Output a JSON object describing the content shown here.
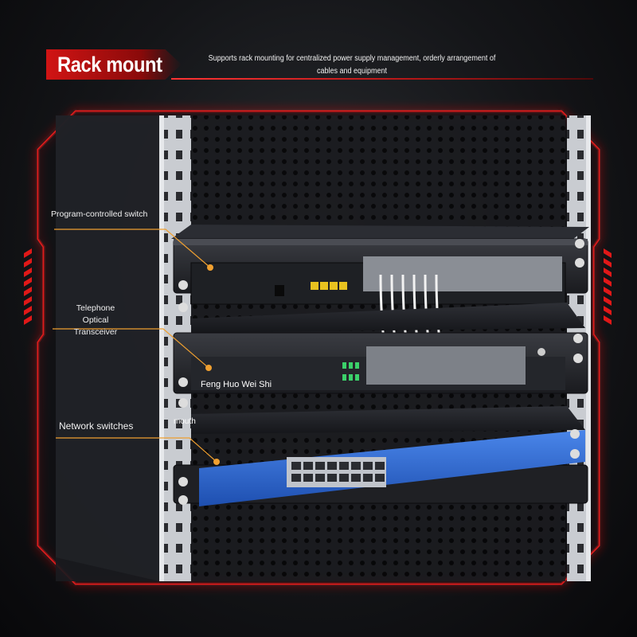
{
  "header": {
    "title": "Rack mount",
    "subtitle": "Supports rack mounting for centralized power supply management, orderly arrangement of cables and equipment"
  },
  "labels": {
    "program_switch": "Program-controlled switch",
    "optical_transceiver": "Telephone Optical Transceiver",
    "network_switches": "Network switches",
    "device_brand": "Feng Huo Wei Shi",
    "mouth": "mouth"
  },
  "colors": {
    "accent": "#e01818",
    "leader": "#f0a030",
    "switch_blue": "#2f6fd6",
    "rail": "#cfd3d8"
  }
}
